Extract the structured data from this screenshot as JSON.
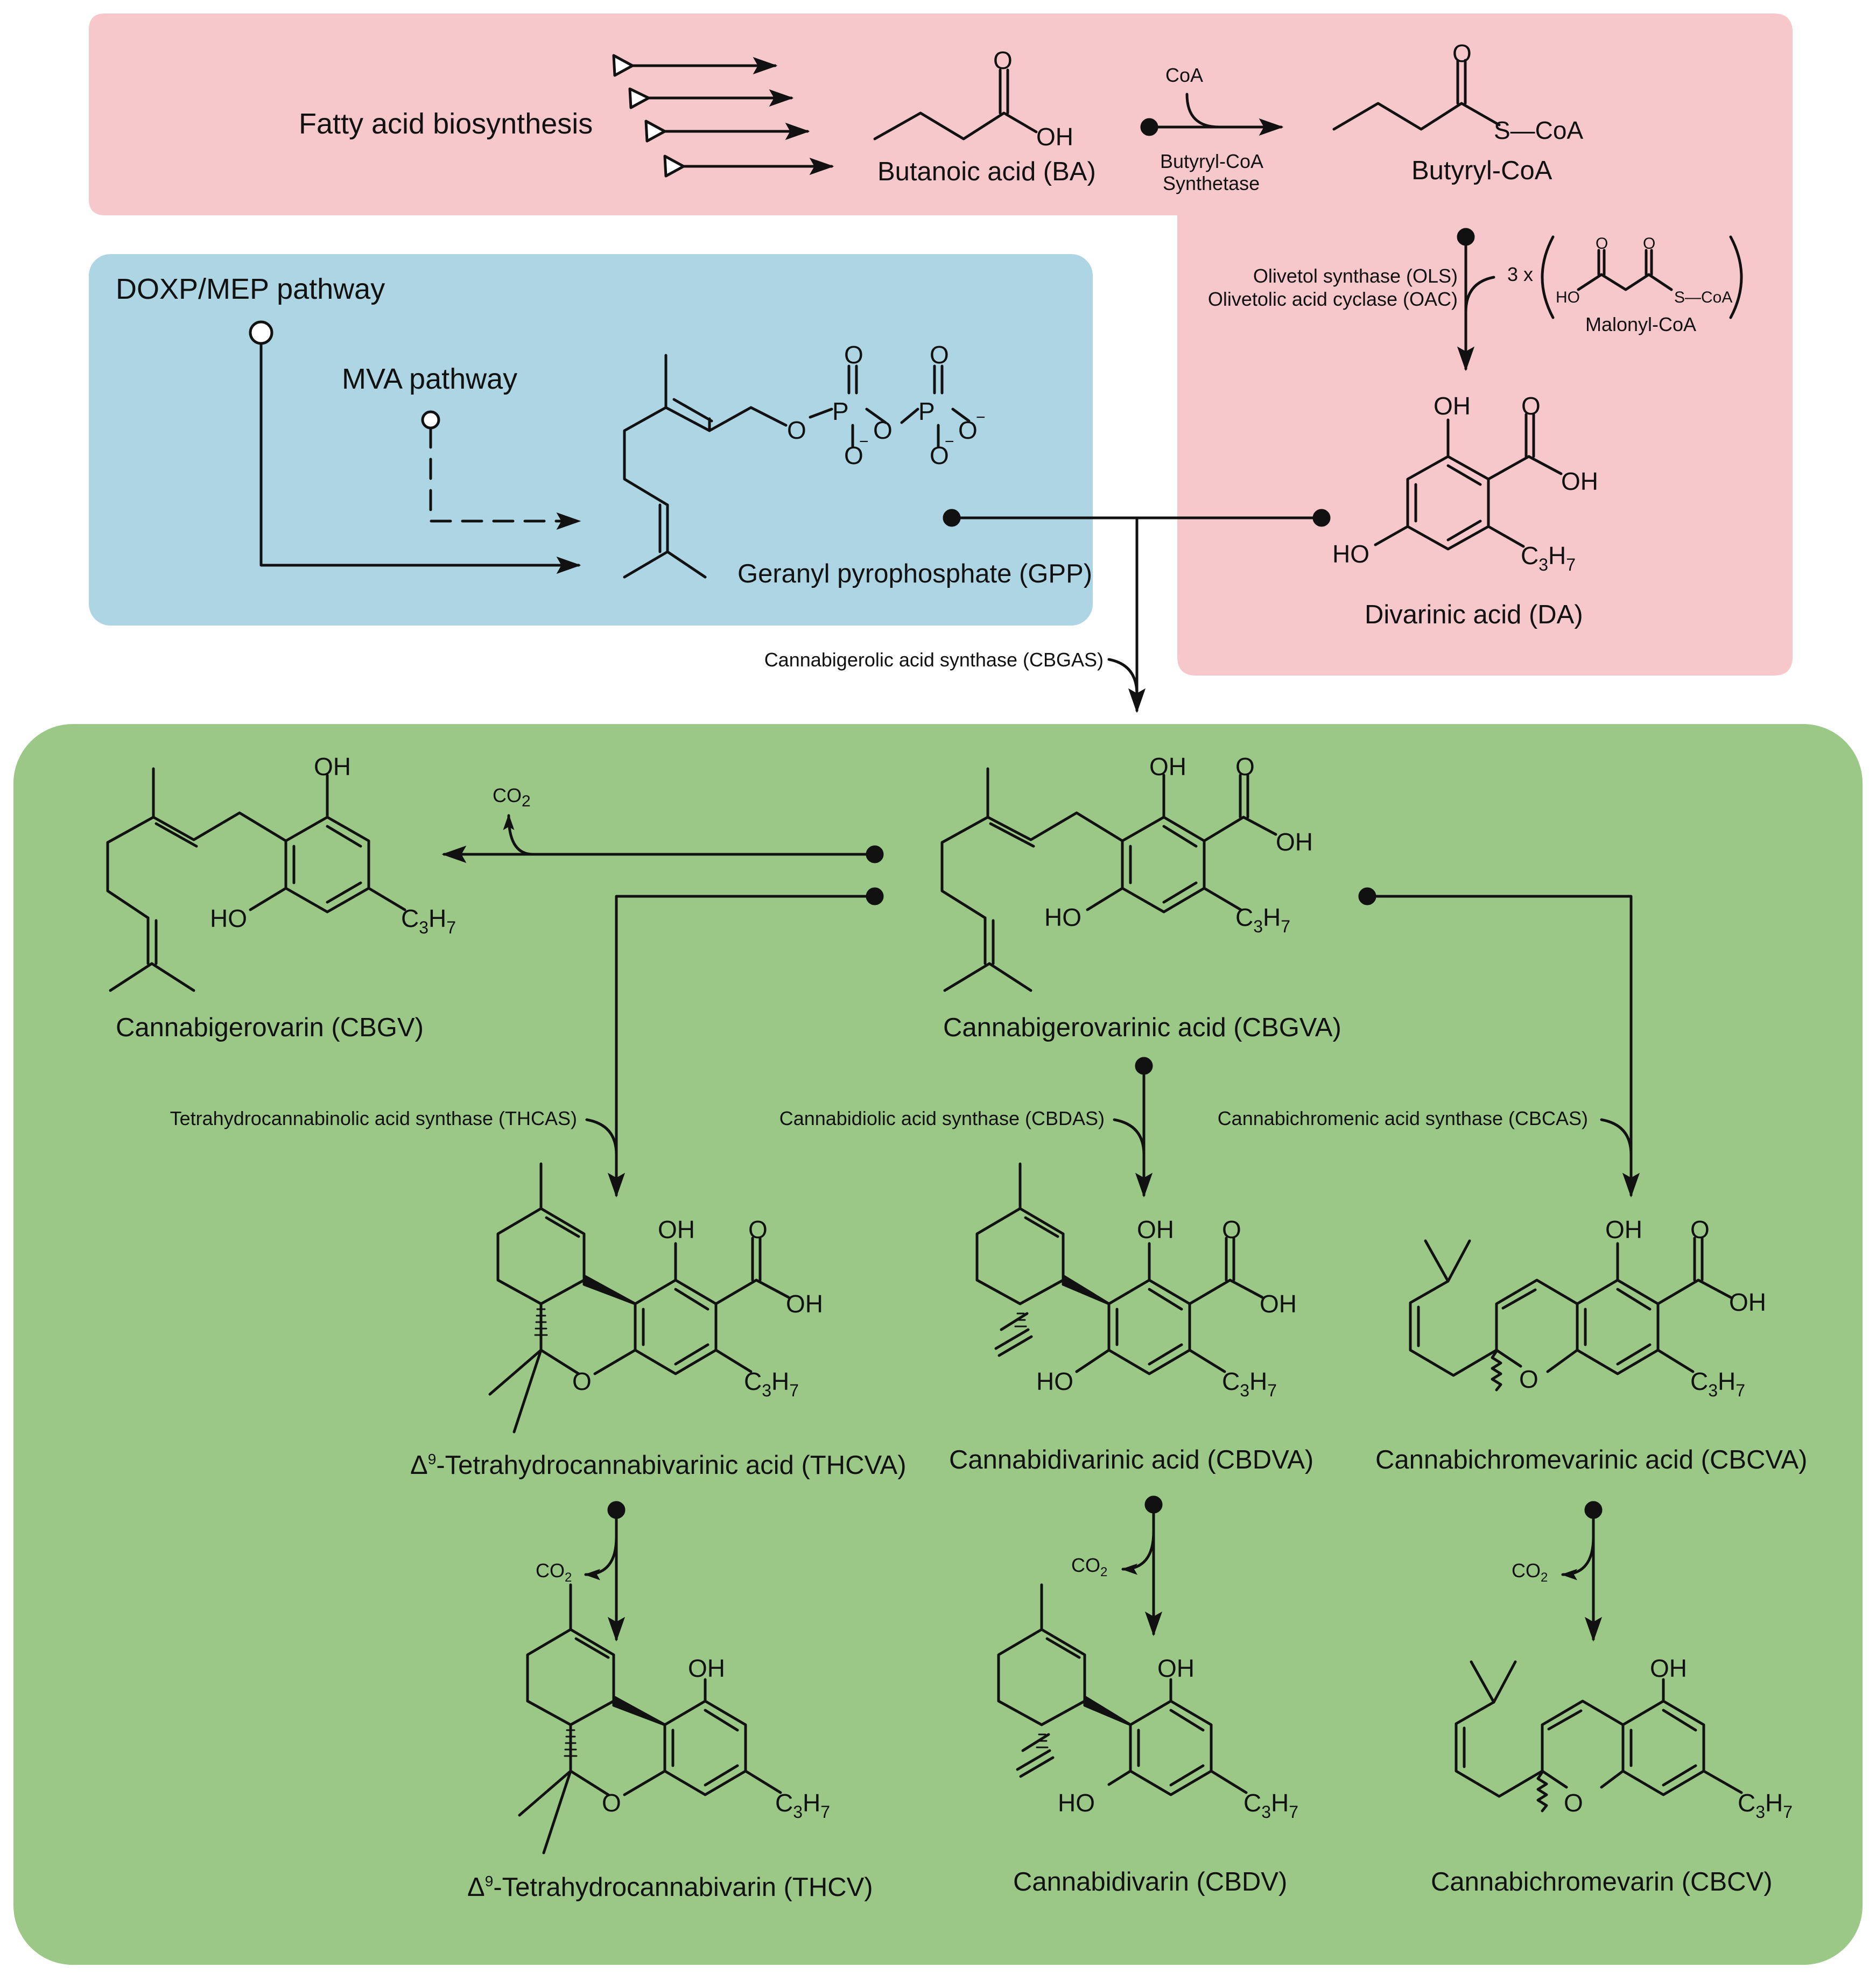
{
  "regions": {
    "pink": "#f7c8cb",
    "blue": "#add5e3",
    "green": "#9bc887"
  },
  "labels": {
    "fatty_acid": "Fatty acid biosynthesis",
    "doxp": "DOXP/MEP pathway",
    "mva": "MVA pathway",
    "butanoic": "Butanoic acid (BA)",
    "butyryl_coa": "Butyryl-CoA",
    "coa_cofactor": "CoA",
    "butyryl_synthetase_1": "Butyryl-CoA",
    "butyryl_synthetase_2": "Synthetase",
    "ols": "Olivetol synthase (OLS)",
    "oac": "Olivetolic acid cyclase (OAC)",
    "three_x": "3 x",
    "malonyl": "Malonyl-CoA",
    "gpp": "Geranyl pyrophosphate (GPP)",
    "da": "Divarinic acid (DA)",
    "cbgas": "Cannabigerolic acid synthase (CBGAS)",
    "cbgv": "Cannabigerovarin (CBGV)",
    "cbgva": "Cannabigerovarinic acid (CBGVA)",
    "thcas": "Tetrahydrocannabinolic acid synthase (THCAS)",
    "cbdas": "Cannabidiolic acid synthase (CBDAS)",
    "cbcas": "Cannabichromenic acid synthase (CBCAS)",
    "thcva_sup": "9",
    "thcva": "-Tetrahydrocannabivarinic acid (THCVA)",
    "cbdva": "Cannabidivarinic acid (CBDVA)",
    "cbcva": "Cannabichromevarinic acid (CBCVA)",
    "thcv_sup": "9",
    "thcv": "-Tetrahydrocannabivarin (THCV)",
    "cbdv": "Cannabidivarin (CBDV)",
    "cbcv": "Cannabichromevarin (CBCV)",
    "delta": "Δ",
    "co2": "CO",
    "co2_sub": "2"
  },
  "atoms": {
    "O": "O",
    "OH": "OH",
    "HO": "HO",
    "S_CoA": "S—CoA",
    "C3H7": "C",
    "c3_sub": "3",
    "h_letter": "H",
    "h7_sub": "7",
    "P": "P",
    "minus": "−",
    "malonyl_ho": "HO",
    "malonyl_scoa": "S—CoA"
  }
}
